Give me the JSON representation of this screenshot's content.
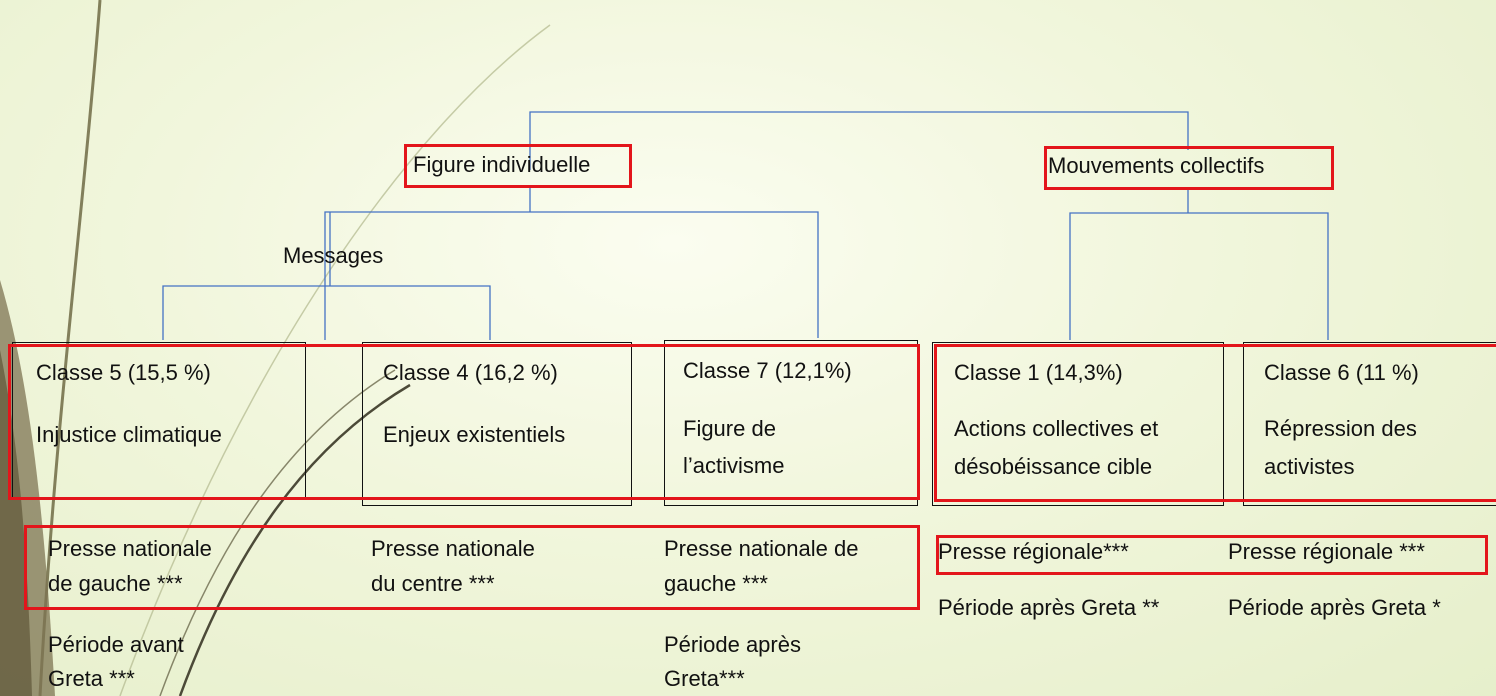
{
  "level1": {
    "left_label": "Figure individuelle",
    "right_label": "Mouvements collectifs"
  },
  "messages_label": "Messages",
  "classes": [
    {
      "title": "Classe 5 (15,5 %)",
      "line1": "Injustice climatique",
      "line2": ""
    },
    {
      "title": "Classe 4 (16,2 %)",
      "line1": "Enjeux existentiels",
      "line2": ""
    },
    {
      "title": "Classe 7 (12,1%)",
      "line1": "Figure de",
      "line2": "l’activisme"
    },
    {
      "title": "Classe 1 (14,3%)",
      "line1": "Actions collectives et",
      "line2": "désobéissance cible"
    },
    {
      "title": "Classe 6 (11 %)",
      "line1": "Répression des",
      "line2": "activistes"
    }
  ],
  "presse": [
    {
      "line1": "Presse nationale",
      "line2": "de gauche ***"
    },
    {
      "line1": "Presse nationale",
      "line2": "du centre ***"
    },
    {
      "line1": "Presse nationale de",
      "line2": "gauche ***"
    },
    {
      "line1": "Presse régionale***",
      "line2": ""
    },
    {
      "line1": "Presse régionale ***",
      "line2": ""
    }
  ],
  "periode": [
    {
      "line1": "Période avant",
      "line2": "Greta ***"
    },
    {
      "line1": "",
      "line2": ""
    },
    {
      "line1": "Période après",
      "line2": "Greta***"
    },
    {
      "line1": "Période après Greta **",
      "line2": ""
    },
    {
      "line1": "Période après Greta *",
      "line2": ""
    }
  ],
  "colors": {
    "connector": "#4472c4",
    "highlight": "#e3151b",
    "box_border": "#111111"
  }
}
